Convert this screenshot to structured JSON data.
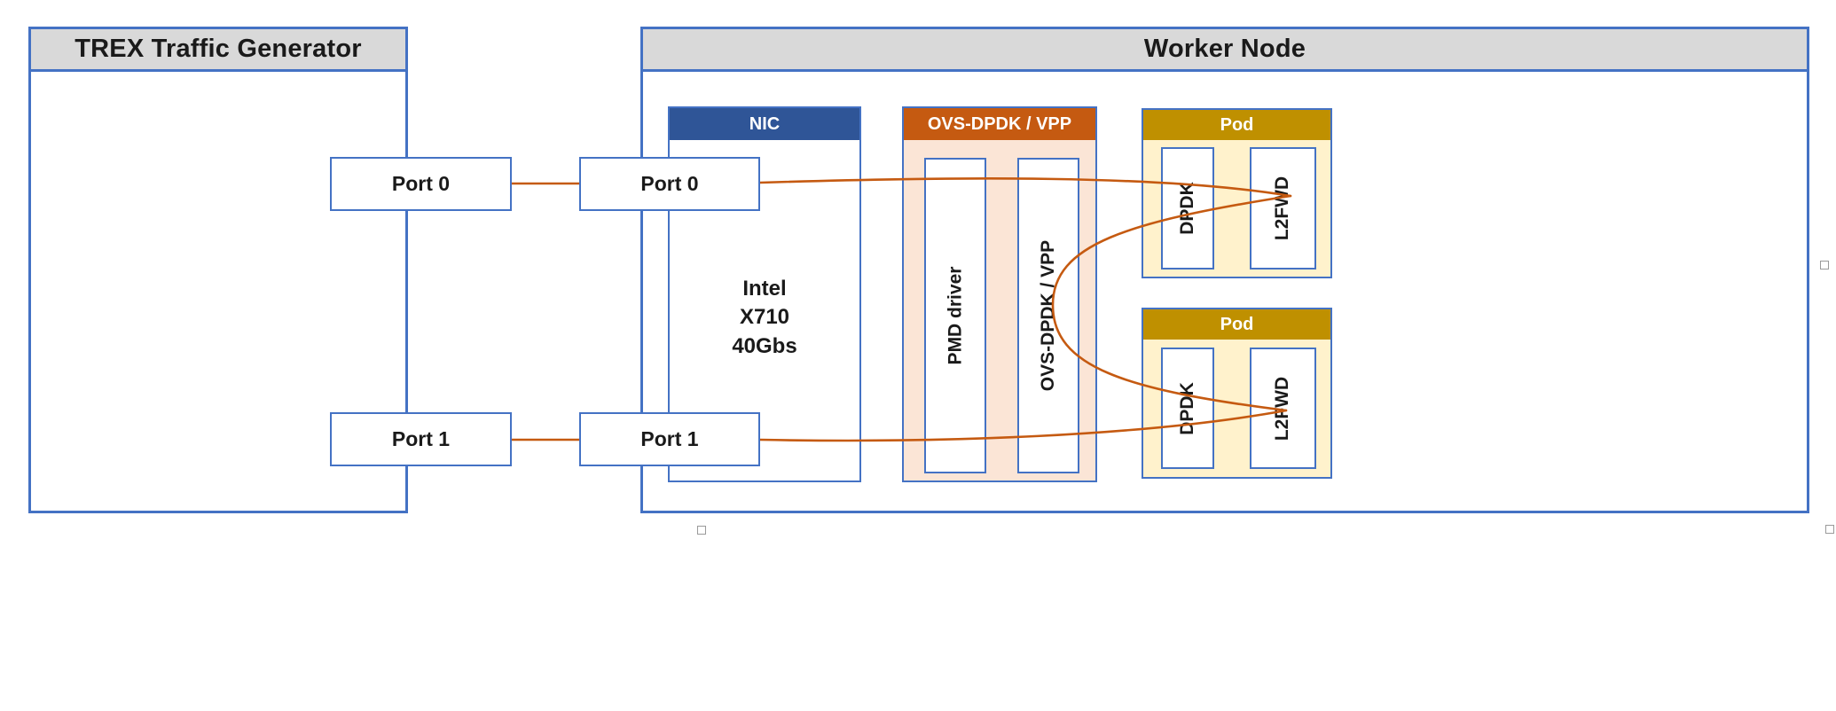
{
  "diagram": {
    "trex": {
      "title": "TREX Traffic Generator",
      "ports": [
        "Port 0",
        "Port 1"
      ]
    },
    "worker": {
      "title": "Worker Node",
      "nic": {
        "title": "NIC",
        "ports": [
          "Port 0",
          "Port 1"
        ],
        "chip_lines": [
          "Intel",
          "X710",
          "40Gbs"
        ]
      },
      "vswitch": {
        "title": "OVS-DPDK / VPP",
        "columns": [
          "PMD driver",
          "OVS-DPDK / VPP"
        ]
      },
      "pods": [
        {
          "title": "Pod",
          "components": [
            "DPDK",
            "L2FWD"
          ]
        },
        {
          "title": "Pod",
          "components": [
            "DPDK",
            "L2FWD"
          ]
        }
      ]
    },
    "colors": {
      "border_blue": "#4472C4",
      "header_gray": "#D9D9D9",
      "nic_header_blue": "#2F5597",
      "vswitch_header_orange": "#C55A11",
      "vswitch_body_peach": "#FBE5D6",
      "pod_header_gold": "#BF9000",
      "pod_body_yellow": "#FFF2CC",
      "link_orange": "#C55A11"
    }
  }
}
